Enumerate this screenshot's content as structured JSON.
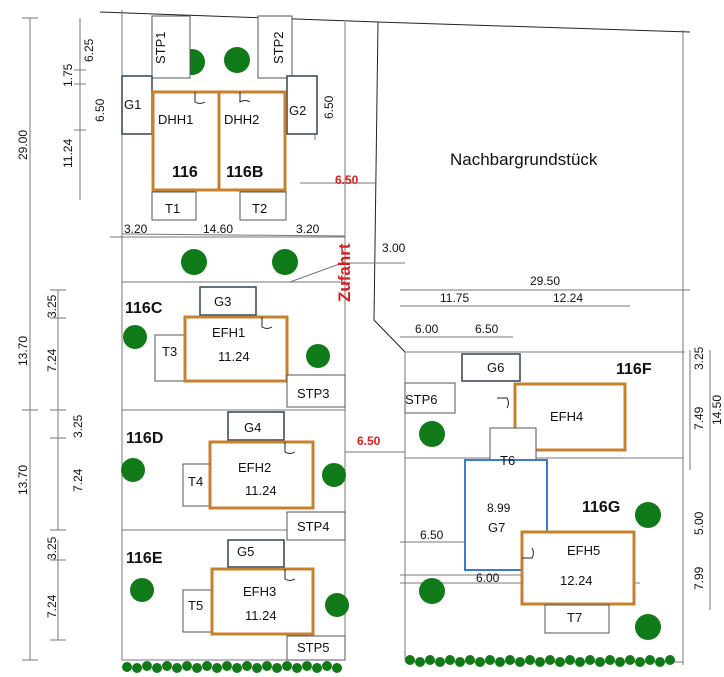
{
  "diagram": {
    "neighbor_label": "Nachbargrundstück",
    "access_label": "Zufahrt",
    "access_width_top": "6.50",
    "access_width_mid": "6.50",
    "plots": {
      "p116": "116",
      "p116b": "116B",
      "p116c": "116C",
      "p116d": "116D",
      "p116e": "116E",
      "p116f": "116F",
      "p116g": "116G"
    },
    "houses": {
      "dhh1": "DHH1",
      "dhh2": "DHH2",
      "efh1": "EFH1",
      "efh2": "EFH2",
      "efh3": "EFH3",
      "efh4": "EFH4",
      "efh5": "EFH5",
      "efh1_w": "11.24",
      "efh2_w": "11.24",
      "efh3_w": "11.24",
      "efh5_w": "12.24"
    },
    "garages": {
      "g1": "G1",
      "g2": "G2",
      "g3": "G3",
      "g4": "G4",
      "g5": "G5",
      "g6": "G6",
      "g7": "G7"
    },
    "terraces": {
      "t1": "T1",
      "t2": "T2",
      "t3": "T3",
      "t4": "T4",
      "t5": "T5",
      "t6": "T6",
      "t7": "T7"
    },
    "parking": {
      "stp1": "STP1",
      "stp2": "STP2",
      "stp3": "STP3",
      "stp4": "STP4",
      "stp5": "STP5",
      "stp6": "STP6"
    },
    "dimensions": {
      "left_29_00": "29.00",
      "left_13_70_a": "13.70",
      "left_13_70_b": "13.70",
      "d_6_25": "6.25",
      "d_1_75": "1.75",
      "d_6_50_left": "6.50",
      "d_11_24": "11.24",
      "d_6_50_right": "6.50",
      "d_3_20_a": "3.20",
      "d_14_60": "14.60",
      "d_3_20_b": "3.20",
      "d_3_25_a": "3.25",
      "d_7_24_a": "7.24",
      "d_3_25_b": "3.25",
      "d_7_24_b": "7.24",
      "d_3_25_c": "3.25",
      "d_7_24_c": "7.24",
      "d_3_00": "3.00",
      "d_29_50": "29.50",
      "d_11_75": "11.75",
      "d_12_24": "12.24",
      "d_6_00_a": "6.00",
      "d_6_50_b": "6.50",
      "d_3_25_r": "3.25",
      "d_7_49": "7.49",
      "d_14_50": "14.50",
      "d_5_00": "5.00",
      "d_7_99": "7.99",
      "d_6_50_g": "6.50",
      "d_8_99": "8.99",
      "d_6_00_g": "6.00"
    }
  }
}
